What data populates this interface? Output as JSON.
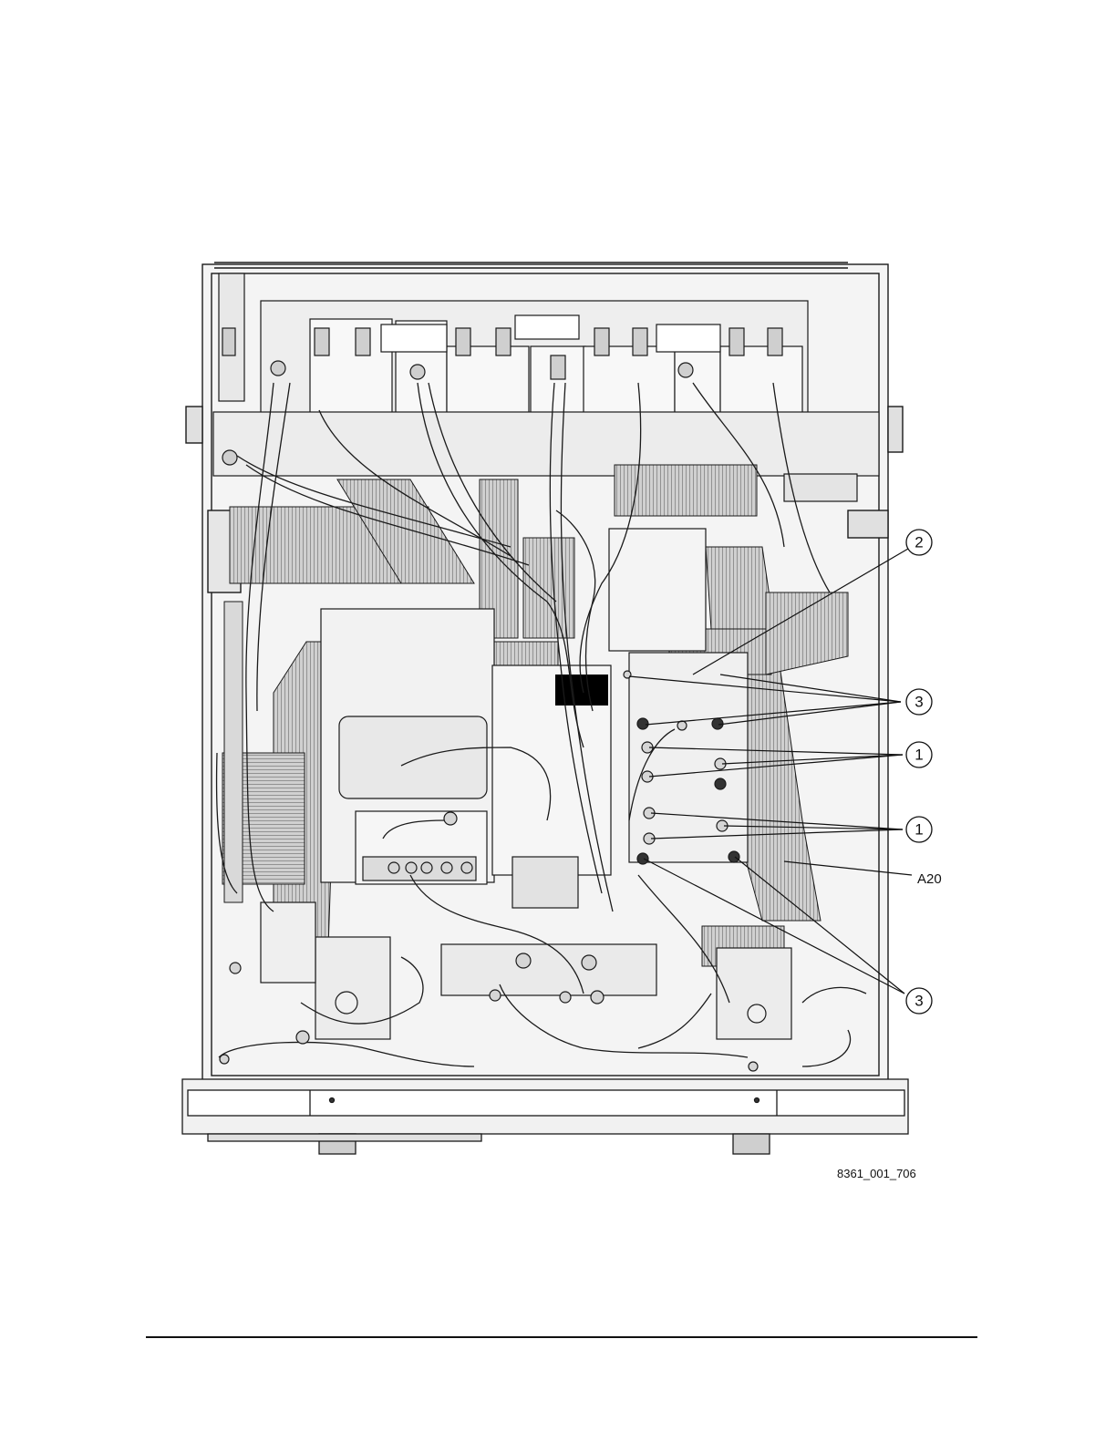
{
  "figure": {
    "id_text": "8361_001_706",
    "ref_label": "A20"
  },
  "callouts": [
    {
      "number": "2"
    },
    {
      "number": "3"
    },
    {
      "number": "1"
    },
    {
      "number": "1"
    },
    {
      "number": "3"
    }
  ],
  "colors": {
    "line": "#1a1a1a",
    "cable_fill": "#bdbdbd",
    "ribbon_fill": "#9a9a9a",
    "panel_fill": "#e6e6e6",
    "black_block": "#000000"
  }
}
